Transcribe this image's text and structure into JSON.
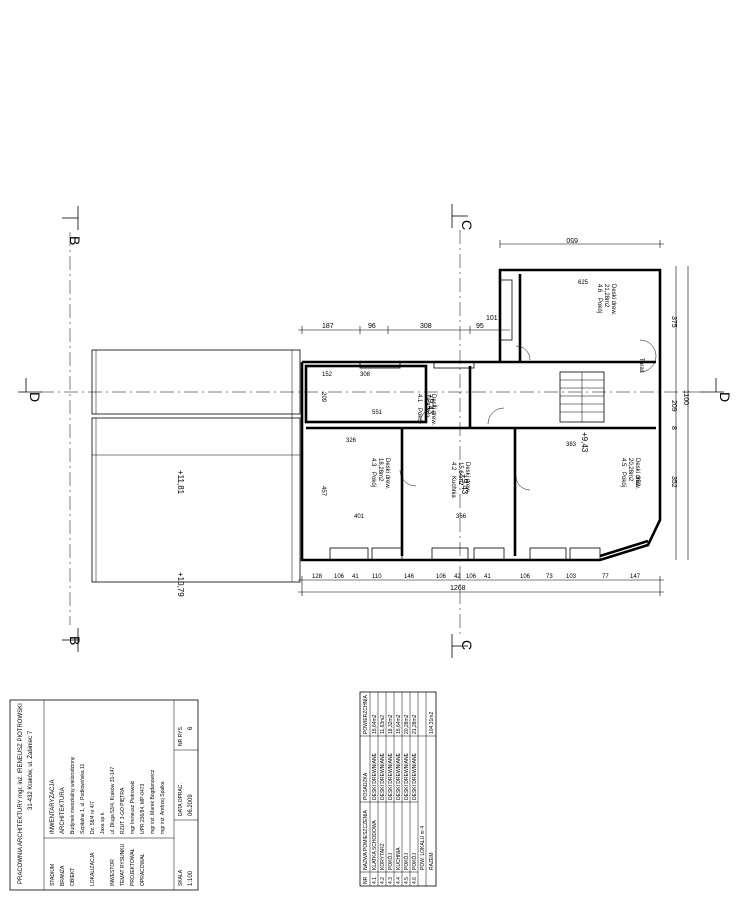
{
  "sections": {
    "b": "B",
    "c": "C",
    "d": "D"
  },
  "levels": {
    "l1": "+11,81",
    "l2": "+10,79"
  },
  "dims_top": [
    "187",
    "96",
    "308",
    "95",
    "101"
  ],
  "dims_top_right": "650",
  "dims_bottom1": [
    "128",
    "106",
    "41",
    "110",
    "146",
    "106",
    "42",
    "106",
    "41",
    "106",
    "73",
    "103",
    "77",
    "147"
  ],
  "dims_total": "1268",
  "dims_right": [
    "375",
    "209",
    "8",
    "352"
  ],
  "dims_right_total": "1100",
  "rooms": [
    {
      "id": "r4-1",
      "num": "4.1",
      "name": "Pokój",
      "area": "16,52m2",
      "floor": "Deski drew."
    },
    {
      "id": "r4-2",
      "num": "4.2",
      "name": "Kuchnia",
      "area": "15,64m2",
      "floor": "Deski drew."
    },
    {
      "id": "r4-3",
      "num": "4.3",
      "name": "Pokój",
      "area": "18,28m2",
      "floor": "Deski drew."
    },
    {
      "id": "r4-5",
      "num": "4.5",
      "name": "Pokój",
      "area": "20,28m2",
      "floor": "Deski drew."
    },
    {
      "id": "r4-6",
      "num": "4.6",
      "name": "Pokój",
      "area": "21,28m2",
      "floor": "Deski drew."
    }
  ],
  "room_dims": {
    "a": "152",
    "b": "308",
    "c": "551",
    "d": "209",
    "e": "326",
    "f": "457",
    "g": "401",
    "h": "366",
    "i": "383",
    "j": "625",
    "k": "352"
  },
  "levels_in_plan": {
    "p1": "+9,43",
    "p2": "+9,43",
    "p3": "+9,43"
  },
  "stairs_label": "Taras",
  "title_block": {
    "company": "PRACOWNIA ARCHITEKTURY mgr. inż. IRENEUSZ PIOTROWSKI",
    "address": "31-432 Kraków, ul. Żabiniec 7",
    "rows": [
      {
        "label": "STADIUM",
        "value": "INWENTARYZACJA"
      },
      {
        "label": "BRANŻA",
        "value": "ARCHITEKTURA"
      },
      {
        "label": "OBIEKT",
        "value": "Budynek mieszkalny wielorodzinny"
      },
      {
        "label": "",
        "value": "Szpitalna 1, ul. Podkowińska 11"
      },
      {
        "label": "LOKALIZACJA",
        "value": "Dz. 58/4 nr 4/7"
      },
      {
        "label": "",
        "value": "Jaxa sp.k."
      },
      {
        "label": "INWESTOR",
        "value": "ul. Długa 53/4, Kraków 31-147"
      },
      {
        "label": "TEMAT RYSUNKU",
        "value": "RZUT 3-GO PIĘTRA"
      },
      {
        "label": "PROJEKTOWAŁ",
        "value": "mgr Ireneusz Piotrowski"
      },
      {
        "label": "OPRACOWAŁ",
        "value": "UPR 236/84, MP-0473"
      },
      {
        "label": "",
        "value": "mgr inż. Marek Bogdanowicz"
      },
      {
        "label": "",
        "value": "mgr inż. Andrzej Spalka"
      }
    ],
    "scale_label": "SKALA",
    "scale": "1:100",
    "date_label": "DATA OPRAC.",
    "date": "06.2009",
    "sheet_label": "NR RYS.",
    "sheet": "6"
  },
  "area_table": {
    "headers": [
      "NR",
      "NAZWA POMIESZCZENIA",
      "POSADZKA",
      "POWIERZCHNIA"
    ],
    "rows": [
      [
        "4.1",
        "KLATKA SCHODOWA",
        "DESKI DREWNIANE",
        "15,64m2"
      ],
      [
        "4.2",
        "KORYTARZ",
        "DESKI DREWNIANE",
        "11,63m2"
      ],
      [
        "4.3",
        "POKÓJ",
        "DESKI DREWNIANE",
        "18,32m2"
      ],
      [
        "4.4",
        "KUCHNIA",
        "DESKI DREWNIANE",
        "15,64m2"
      ],
      [
        "4.5",
        "POKÓJ",
        "DESKI DREWNIANE",
        "20,28m2"
      ],
      [
        "4.6",
        "POKÓJ",
        "DESKI DREWNIANE",
        "21,28m2"
      ]
    ],
    "footer_label": "POW. LOKALU nr 4",
    "footer_label2": "RAZEM",
    "footer_value": "104,31m2"
  }
}
